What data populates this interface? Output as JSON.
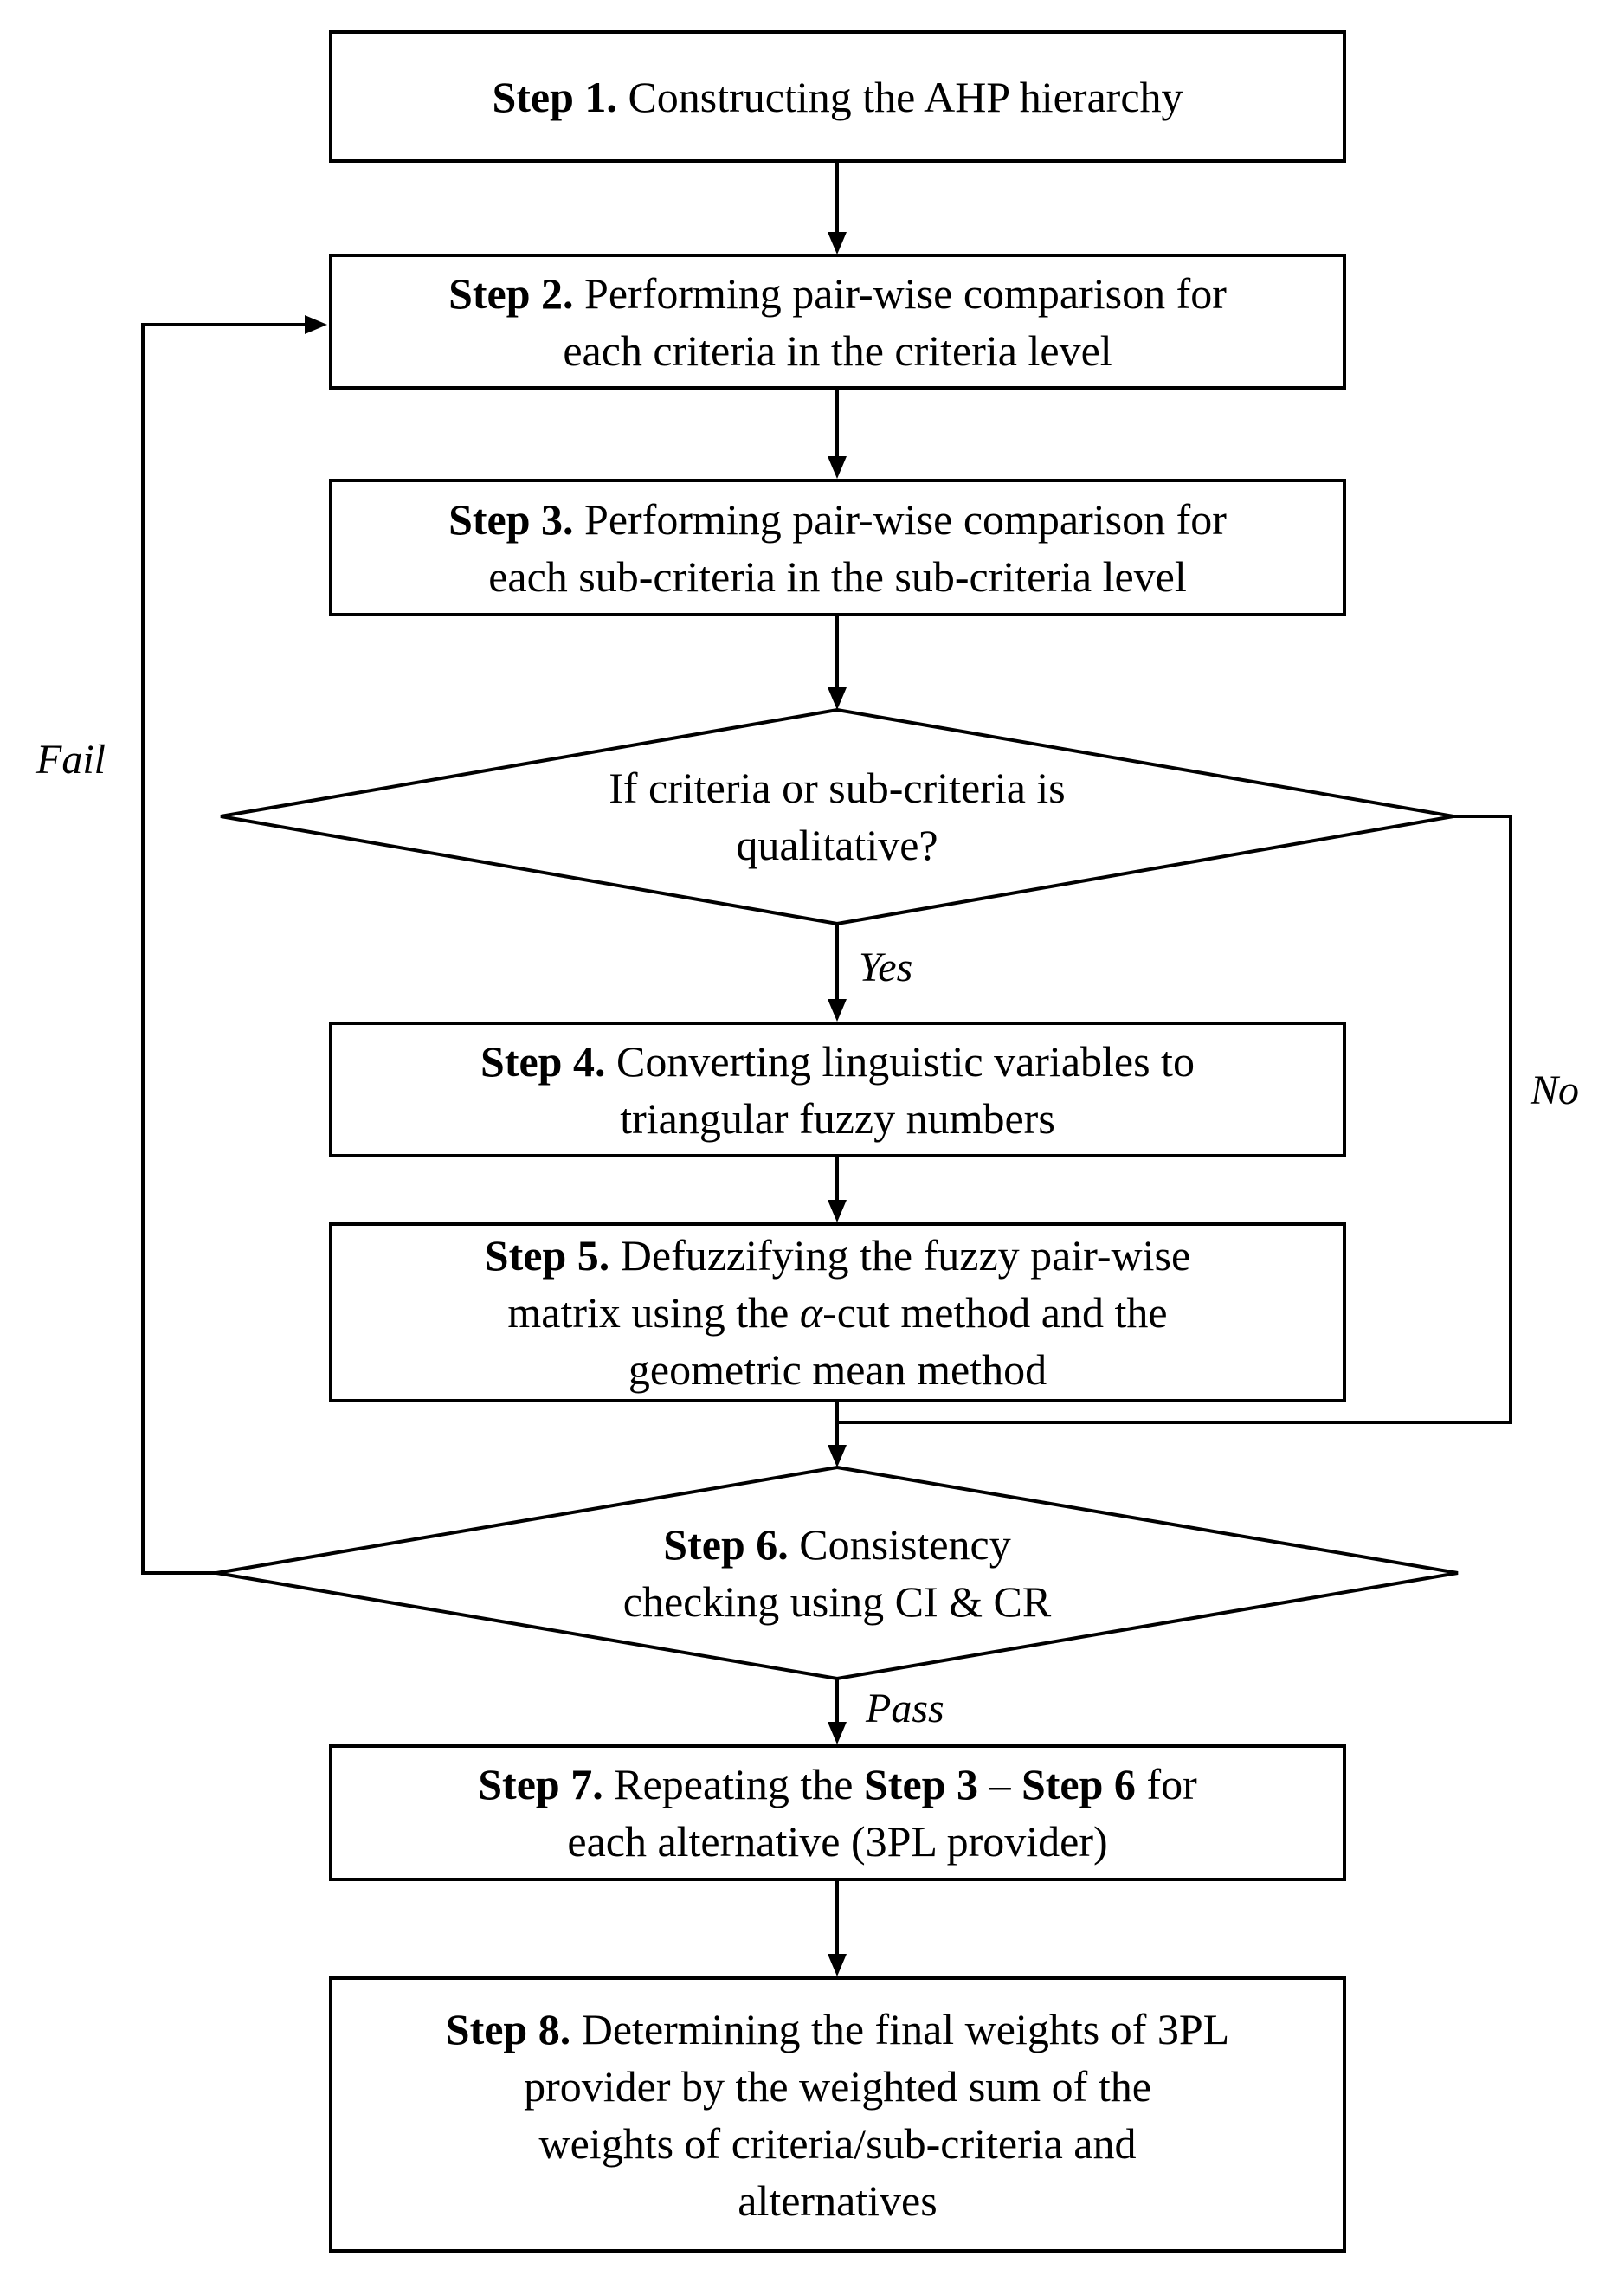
{
  "colors": {
    "stroke": "#000000",
    "text": "#000000",
    "background": "#ffffff"
  },
  "diagram": {
    "type": "flowchart",
    "nodes": {
      "step1": {
        "shape": "process",
        "lines": [
          [
            {
              "t": "Step 1.",
              "b": true
            },
            {
              "t": " Constructing the AHP hierarchy"
            }
          ]
        ]
      },
      "step2": {
        "shape": "process",
        "lines": [
          [
            {
              "t": "Step 2.",
              "b": true
            },
            {
              "t": " Performing pair-wise comparison for"
            }
          ],
          [
            {
              "t": "each criteria in the criteria level"
            }
          ]
        ]
      },
      "step3": {
        "shape": "process",
        "lines": [
          [
            {
              "t": "Step 3.",
              "b": true
            },
            {
              "t": " Performing pair-wise comparison for"
            }
          ],
          [
            {
              "t": "each sub-criteria in the sub-criteria level"
            }
          ]
        ]
      },
      "qualitative_decision": {
        "shape": "decision",
        "lines": [
          [
            {
              "t": "If criteria or sub-criteria is"
            }
          ],
          [
            {
              "t": "qualitative?"
            }
          ]
        ]
      },
      "step4": {
        "shape": "process",
        "lines": [
          [
            {
              "t": "Step 4.",
              "b": true
            },
            {
              "t": " Converting linguistic variables to"
            }
          ],
          [
            {
              "t": "triangular fuzzy numbers"
            }
          ]
        ]
      },
      "step5": {
        "shape": "process",
        "lines": [
          [
            {
              "t": "Step 5.",
              "b": true
            },
            {
              "t": " Defuzzifying the fuzzy pair-wise"
            }
          ],
          [
            {
              "t": "matrix using the "
            },
            {
              "t": "α",
              "i": true
            },
            {
              "t": "-cut method and the"
            }
          ],
          [
            {
              "t": "geometric mean method"
            }
          ]
        ]
      },
      "step6_decision": {
        "shape": "decision",
        "lines": [
          [
            {
              "t": "Step 6.",
              "b": true
            },
            {
              "t": " Consistency"
            }
          ],
          [
            {
              "t": "checking using CI & CR"
            }
          ]
        ]
      },
      "step7": {
        "shape": "process",
        "lines": [
          [
            {
              "t": "Step 7.",
              "b": true
            },
            {
              "t": " Repeating the "
            },
            {
              "t": "Step 3",
              "b": true
            },
            {
              "t": " – "
            },
            {
              "t": "Step 6",
              "b": true
            },
            {
              "t": " for"
            }
          ],
          [
            {
              "t": "each alternative (3PL provider)"
            }
          ]
        ]
      },
      "step8": {
        "shape": "process",
        "lines": [
          [
            {
              "t": "Step 8.",
              "b": true
            },
            {
              "t": " Determining the final weights of 3PL"
            }
          ],
          [
            {
              "t": "provider by the weighted sum of the"
            }
          ],
          [
            {
              "t": "weights of criteria/sub-criteria and"
            }
          ],
          [
            {
              "t": "alternatives"
            }
          ]
        ]
      }
    },
    "edge_labels": {
      "fail": "Fail",
      "yes": "Yes",
      "no": "No",
      "pass": "Pass"
    }
  }
}
